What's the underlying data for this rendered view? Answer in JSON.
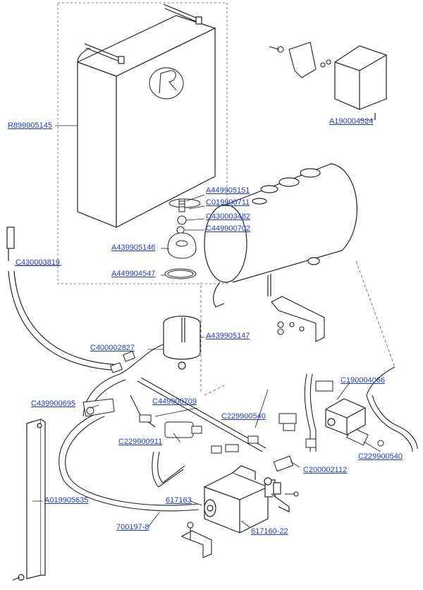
{
  "diagram": {
    "callouts": [
      {
        "id": "R899905145",
        "label": "R899905145"
      },
      {
        "id": "A190004524",
        "label": "A190004524"
      },
      {
        "id": "A449905151",
        "label": "A449905151"
      },
      {
        "id": "C019900711",
        "label": "C019900711"
      },
      {
        "id": "C430003482",
        "label": "C430003482"
      },
      {
        "id": "C449900702",
        "label": "C449900702"
      },
      {
        "id": "A439905146",
        "label": "A439905146"
      },
      {
        "id": "C430003819",
        "label": "C430003819"
      },
      {
        "id": "A449904547",
        "label": "A449904547"
      },
      {
        "id": "A439905147",
        "label": "A439905147"
      },
      {
        "id": "C400002827",
        "label": "C400002827"
      },
      {
        "id": "C190004066",
        "label": "C190004066"
      },
      {
        "id": "C439900695",
        "label": "C439900695"
      },
      {
        "id": "C449900709",
        "label": "C449900709"
      },
      {
        "id": "C229900540a",
        "label": "C229900540"
      },
      {
        "id": "C229900911",
        "label": "C229900911"
      },
      {
        "id": "C229900540b",
        "label": "C229900540"
      },
      {
        "id": "C200002112",
        "label": "C200002112"
      },
      {
        "id": "A019905635",
        "label": "A019905635"
      },
      {
        "id": "617163",
        "label": "617163"
      },
      {
        "id": "700197-8",
        "label": "700197-8"
      },
      {
        "id": "617160-22",
        "label": "617160-22"
      }
    ],
    "colors": {
      "line": "#222222",
      "callout_text": "#1f3fbf",
      "background": "#ffffff"
    }
  }
}
